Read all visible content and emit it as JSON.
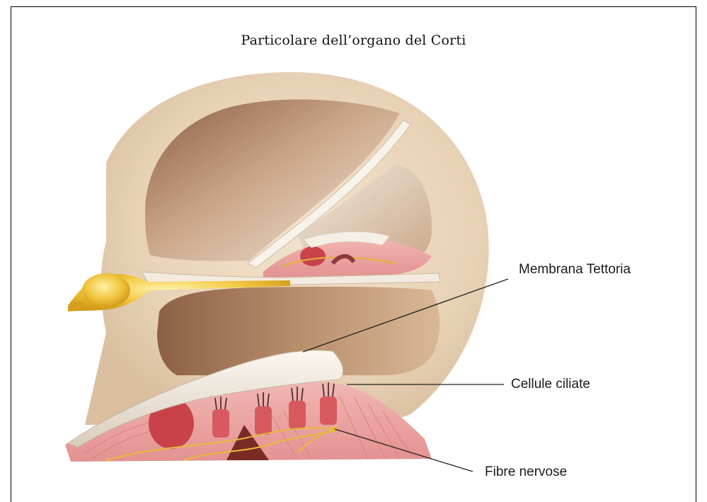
{
  "title": "Particolare dell’organo del Corti",
  "labels": {
    "tectorial_membrane": "Membrana Tettoria",
    "hair_cells": "Cellule ciliate",
    "nerve_fibres": "Fibre nervose"
  },
  "colors": {
    "bone": "#e6cfb2",
    "cavity": "#a77b5c",
    "membrane": "#f0eadf",
    "organ_pink": "#e9a1a0",
    "organ_red": "#c9424a",
    "nerve": "#e3b531",
    "leader_line": "#222222"
  }
}
